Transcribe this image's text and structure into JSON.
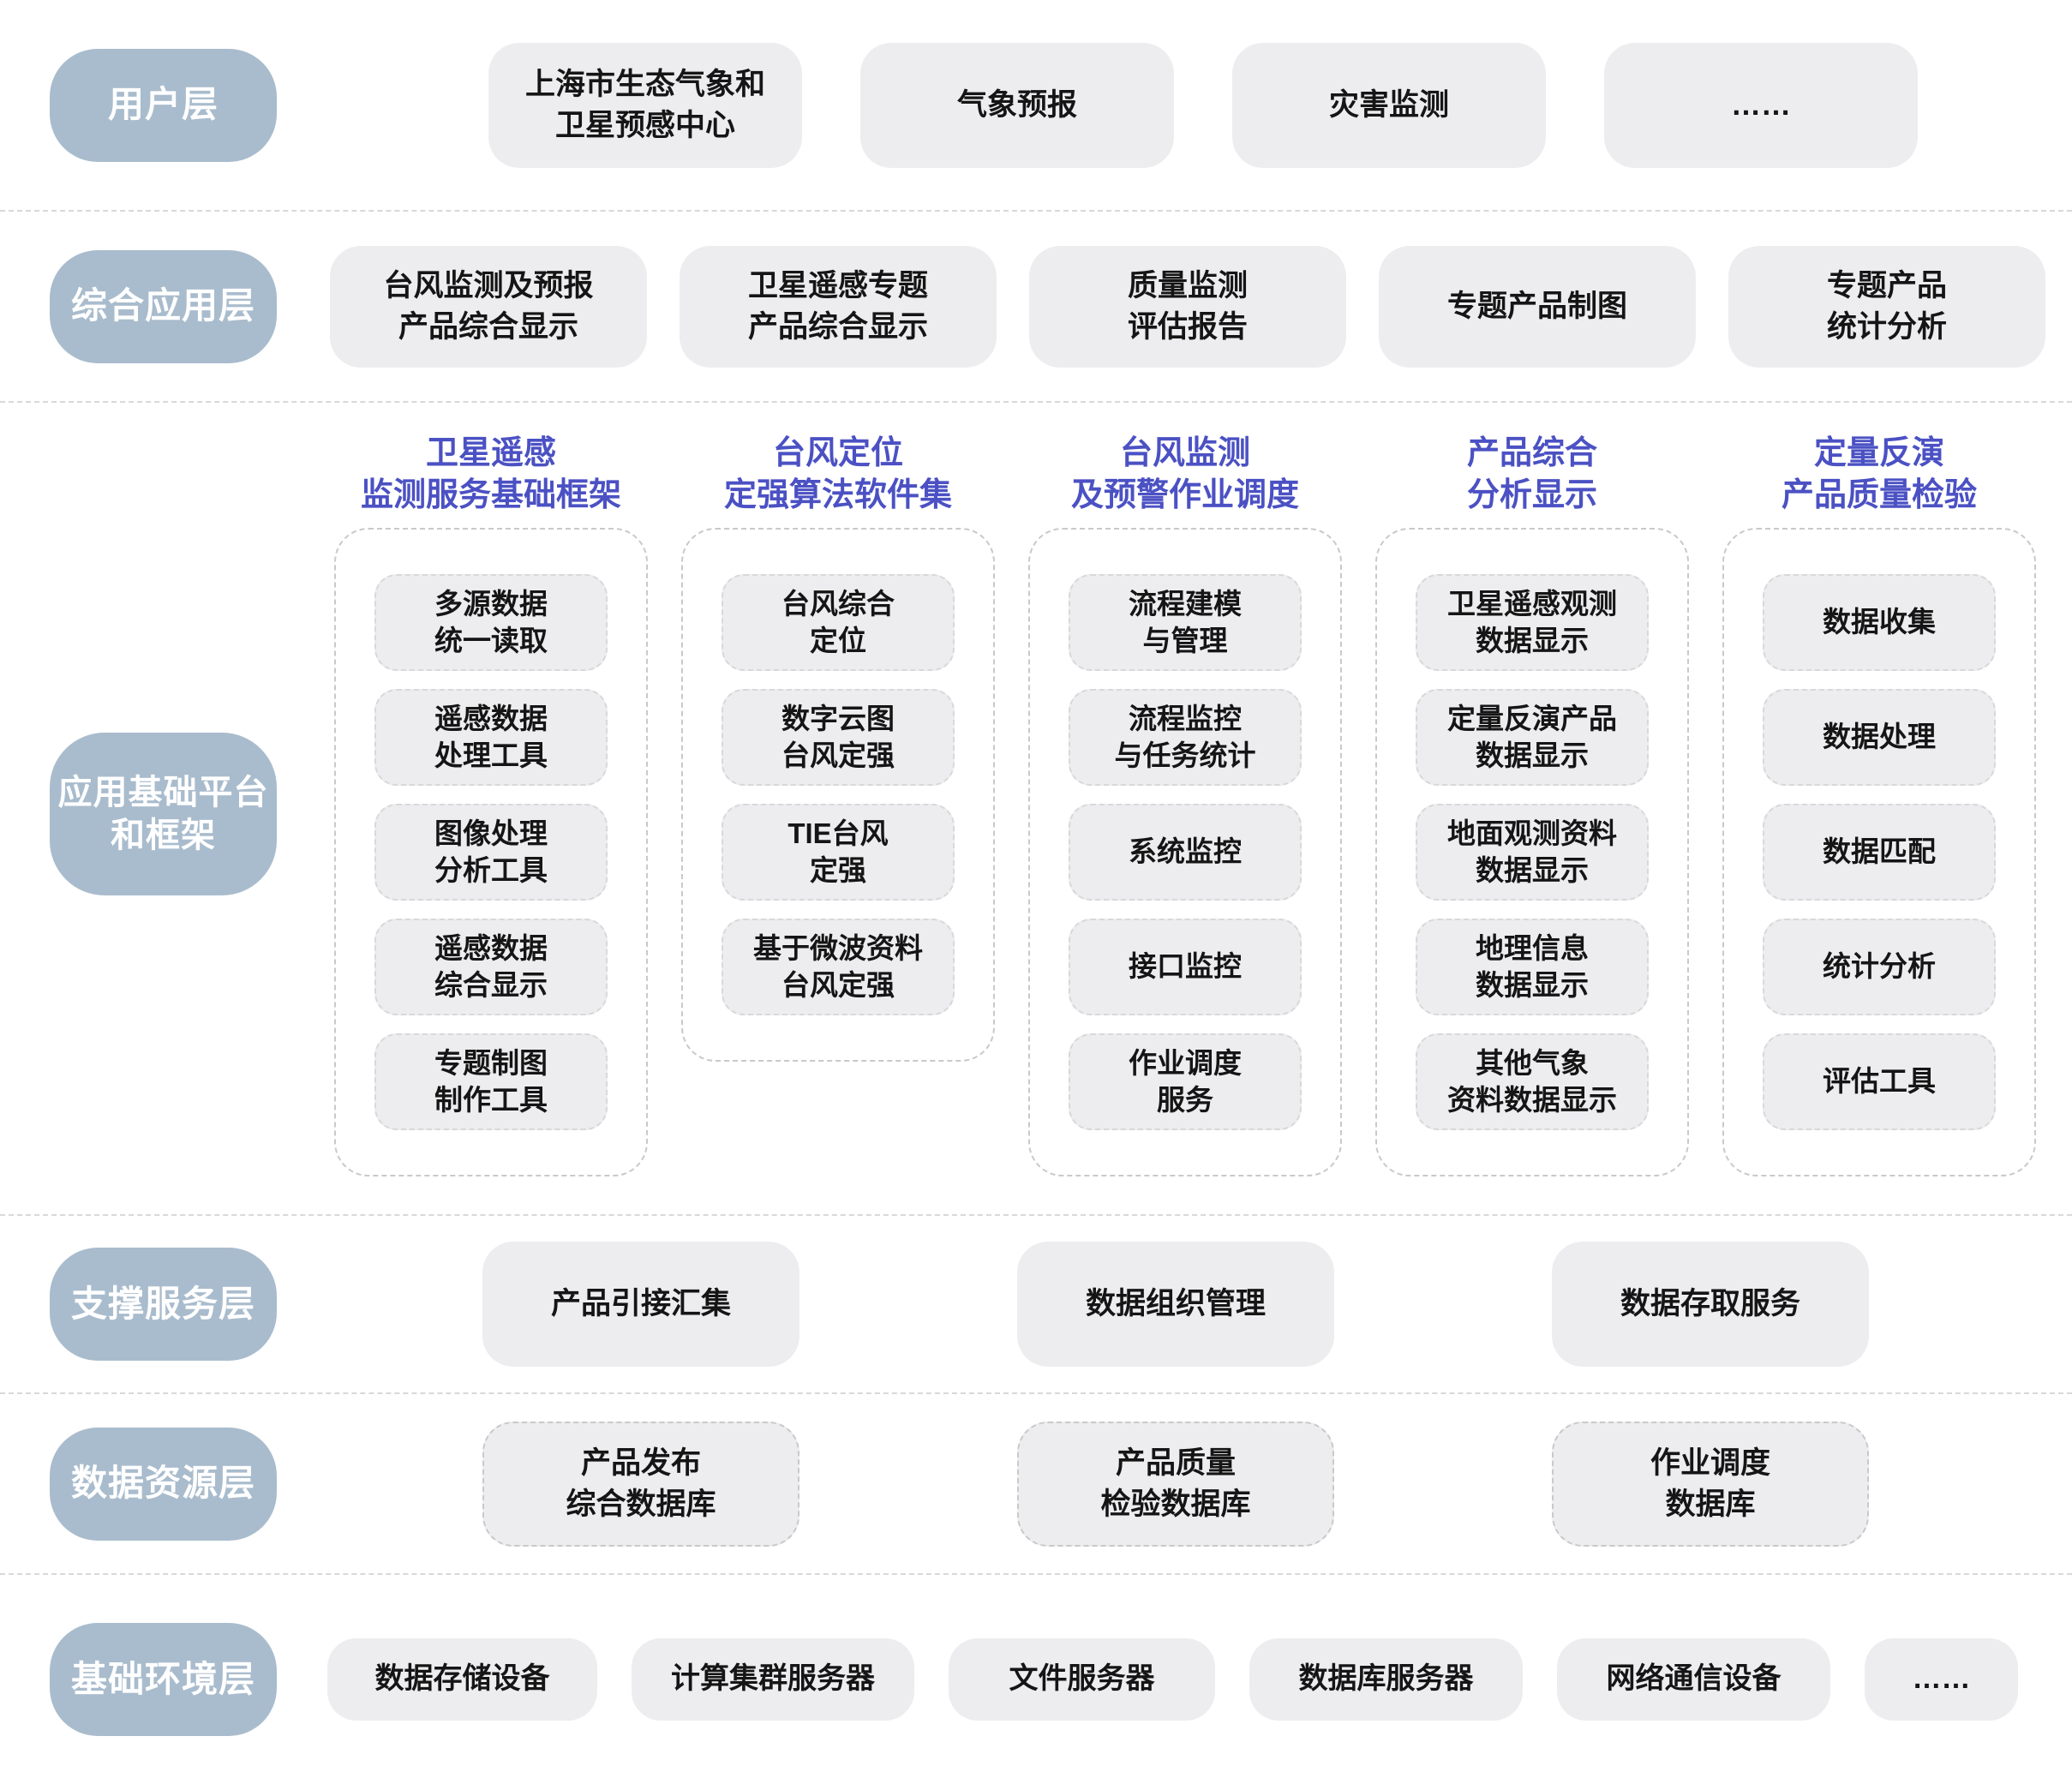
{
  "colors": {
    "label_pill": "#a9bccd",
    "box_fill": "#ededf0",
    "column_header_text": "#4b51c3",
    "dashed_border": "#c9c9c9"
  },
  "diagram": {
    "user_layer": {
      "label": "用户层",
      "items": [
        "上海市生态气象和\n卫星预感中心",
        "气象预报",
        "灾害监测",
        "……"
      ]
    },
    "application_layer": {
      "label": "综合应用层",
      "items": [
        "台风监测及预报\n产品综合显示",
        "卫星遥感专题\n产品综合显示",
        "质量监测\n评估报告",
        "专题产品制图",
        "专题产品\n统计分析"
      ]
    },
    "platform_layer": {
      "label": "应用基础平台\n和框架",
      "columns": [
        {
          "title": "卫星遥感\n监测服务基础框架",
          "items": [
            "多源数据\n统一读取",
            "遥感数据\n处理工具",
            "图像处理\n分析工具",
            "遥感数据\n综合显示",
            "专题制图\n制作工具"
          ]
        },
        {
          "title": "台风定位\n定强算法软件集",
          "items": [
            "台风综合\n定位",
            "数字云图\n台风定强",
            "TIE台风\n定强",
            "基于微波资料\n台风定强"
          ]
        },
        {
          "title": "台风监测\n及预警作业调度",
          "items": [
            "流程建模\n与管理",
            "流程监控\n与任务统计",
            "系统监控",
            "接口监控",
            "作业调度\n服务"
          ]
        },
        {
          "title": "产品综合\n分析显示",
          "items": [
            "卫星遥感观测\n数据显示",
            "定量反演产品\n数据显示",
            "地面观测资料\n数据显示",
            "地理信息\n数据显示",
            "其他气象\n资料数据显示"
          ]
        },
        {
          "title": "定量反演\n产品质量检验",
          "items": [
            "数据收集",
            "数据处理",
            "数据匹配",
            "统计分析",
            "评估工具"
          ]
        }
      ]
    },
    "support_layer": {
      "label": "支撑服务层",
      "items": [
        "产品引接汇集",
        "数据组织管理",
        "数据存取服务"
      ]
    },
    "data_layer": {
      "label": "数据资源层",
      "items": [
        "产品发布\n综合数据库",
        "产品质量\n检验数据库",
        "作业调度\n数据库"
      ]
    },
    "infra_layer": {
      "label": "基础环境层",
      "items": [
        "数据存储设备",
        "计算集群服务器",
        "文件服务器",
        "数据库服务器",
        "网络通信设备",
        "……"
      ]
    }
  }
}
